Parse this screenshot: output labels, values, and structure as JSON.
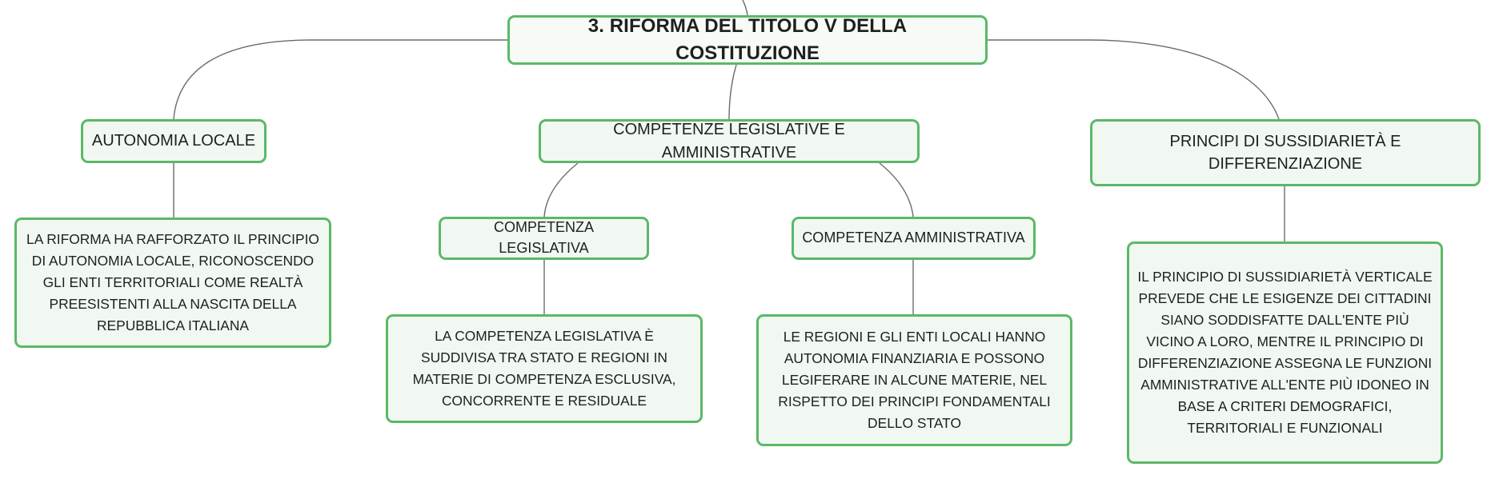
{
  "diagram": {
    "root": {
      "label": "3. RIFORMA DEL TITOLO V DELLA COSTITUZIONE"
    },
    "branches": [
      {
        "label": "AUTONOMIA LOCALE",
        "text": "LA RIFORMA HA RAFFORZATO IL PRINCIPIO DI AUTONOMIA LOCALE, RICONOSCENDO GLI ENTI TERRITORIALI COME REALTÀ PREESISTENTI ALLA NASCITA DELLA REPUBBLICA ITALIANA"
      },
      {
        "label": "COMPETENZE LEGISLATIVE E AMMINISTRATIVE",
        "children": [
          {
            "label": "COMPETENZA LEGISLATIVA",
            "text": "LA COMPETENZA LEGISLATIVA È SUDDIVISA TRA STATO E REGIONI IN MATERIE DI COMPETENZA ESCLUSIVA, CONCORRENTE E RESIDUALE"
          },
          {
            "label": "COMPETENZA AMMINISTRATIVA",
            "text": "LE REGIONI E GLI ENTI LOCALI HANNO AUTONOMIA FINANZIARIA E POSSONO LEGIFERARE IN ALCUNE MATERIE, NEL RISPETTO DEI PRINCIPI FONDAMENTALI DELLO STATO"
          }
        ]
      },
      {
        "label": "PRINCIPI DI SUSSIDIARIETÀ E DIFFERENZIAZIONE",
        "text": "IL PRINCIPIO DI SUSSIDIARIETÀ VERTICALE PREVEDE CHE LE ESIGENZE DEI CITTADINI SIANO SODDISFATTE DALL'ENTE PIÙ VICINO A LORO, MENTRE IL PRINCIPIO DI DIFFERENZIAZIONE ASSEGNA LE FUNZIONI AMMINISTRATIVE ALL'ENTE PIÙ IDONEO IN BASE A CRITERI DEMOGRAFICI, TERRITORIALI E FUNZIONALI"
      }
    ],
    "colors": {
      "node_border": "#5cb867",
      "node_fill": "#f1f8f2",
      "connector": "#6b6b6b",
      "text": "#1f1f1f"
    }
  }
}
